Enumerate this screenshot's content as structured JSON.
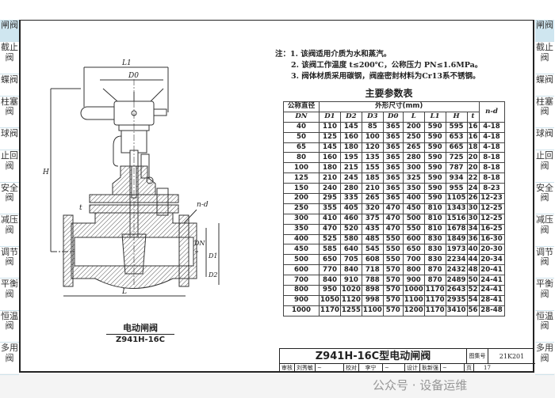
{
  "side_tabs": [
    "闸阀",
    "截止阀",
    "蝶阀",
    "柱塞阀",
    "球阀",
    "止回阀",
    "安全阀",
    "减压阀",
    "调节阀",
    "平衡阀",
    "恒温阀",
    "多用阀"
  ],
  "active_tab": "闸阀",
  "notes": {
    "prefix": "注：",
    "items": [
      "1. 该阀适用介质为水和蒸汽。",
      "2. 该阀工作温度 t≤200℃，公称压力 PN≤1.6MPa。",
      "3. 阀体材质采用碳钢，阀座密封材料为Cr13系不锈钢。"
    ]
  },
  "table": {
    "title": "主要参数表",
    "header_dn": "公称直径",
    "header_dim": "外形尺寸(mm)",
    "header_nd": "n-d",
    "sub_headers": [
      "DN",
      "D1",
      "D2",
      "D3",
      "D0",
      "L",
      "L1",
      "H",
      "t"
    ],
    "rows": [
      [
        "40",
        "110",
        "145",
        "85",
        "365",
        "200",
        "590",
        "595",
        "16",
        "4-18"
      ],
      [
        "50",
        "125",
        "160",
        "100",
        "365",
        "250",
        "590",
        "653",
        "16",
        "4-18"
      ],
      [
        "65",
        "145",
        "180",
        "120",
        "365",
        "265",
        "590",
        "665",
        "18",
        "4-18"
      ],
      [
        "80",
        "160",
        "195",
        "135",
        "365",
        "280",
        "590",
        "725",
        "20",
        "8-18"
      ],
      [
        "100",
        "180",
        "215",
        "155",
        "365",
        "300",
        "590",
        "787",
        "20",
        "8-18"
      ],
      [
        "125",
        "210",
        "245",
        "185",
        "365",
        "325",
        "590",
        "934",
        "22",
        "8-18"
      ],
      [
        "150",
        "240",
        "280",
        "210",
        "365",
        "350",
        "590",
        "955",
        "24",
        "8-23"
      ],
      [
        "200",
        "295",
        "335",
        "265",
        "365",
        "400",
        "590",
        "1105",
        "26",
        "12-23"
      ],
      [
        "250",
        "355",
        "405",
        "320",
        "470",
        "450",
        "810",
        "1343",
        "30",
        "12-25"
      ],
      [
        "300",
        "410",
        "460",
        "375",
        "470",
        "500",
        "810",
        "1516",
        "30",
        "12-25"
      ],
      [
        "350",
        "470",
        "520",
        "435",
        "470",
        "550",
        "810",
        "1678",
        "34",
        "16-25"
      ],
      [
        "400",
        "525",
        "580",
        "485",
        "550",
        "600",
        "830",
        "1849",
        "36",
        "16-30"
      ],
      [
        "450",
        "585",
        "640",
        "545",
        "550",
        "650",
        "830",
        "1973",
        "40",
        "20-30"
      ],
      [
        "500",
        "650",
        "705",
        "608",
        "550",
        "700",
        "830",
        "2234",
        "44",
        "20-34"
      ],
      [
        "600",
        "770",
        "840",
        "718",
        "570",
        "800",
        "870",
        "2432",
        "48",
        "20-41"
      ],
      [
        "700",
        "840",
        "910",
        "788",
        "570",
        "900",
        "870",
        "2489",
        "50",
        "24-41"
      ],
      [
        "800",
        "950",
        "1020",
        "898",
        "570",
        "1000",
        "1170",
        "2643",
        "52",
        "24-41"
      ],
      [
        "900",
        "1050",
        "1120",
        "998",
        "570",
        "1100",
        "1170",
        "2935",
        "54",
        "28-41"
      ],
      [
        "1000",
        "1170",
        "1255",
        "1100",
        "570",
        "1200",
        "1170",
        "3410",
        "56",
        "28-48"
      ]
    ]
  },
  "drawing": {
    "labels": {
      "L1": "L1",
      "D0": "D0",
      "H": "H",
      "t": "t",
      "nd": "n-d",
      "DN": "DN",
      "D1": "D1",
      "D2": "D2",
      "L": "L"
    },
    "caption": "电动闸阀",
    "model": "Z941H-16C"
  },
  "title_block": {
    "name": "Z941H-16C型电动闸阀",
    "atlas_label": "图集号",
    "atlas_no": "21K201",
    "review_label": "审核",
    "reviewer": "刘秀敏",
    "check_label": "校对",
    "checker": "李宁",
    "design_label": "设计",
    "designer": "耿新强",
    "page_label": "页",
    "page": "17"
  },
  "watermark": "公众号 · 设备运维"
}
